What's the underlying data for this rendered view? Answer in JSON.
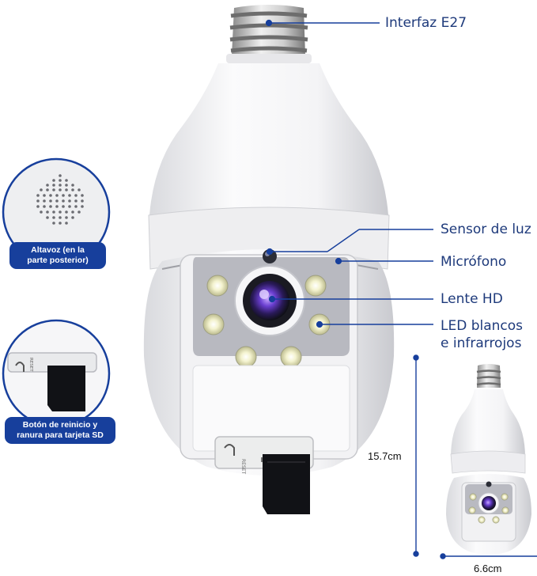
{
  "callouts": {
    "e27": "Interfaz E27",
    "light_sensor": "Sensor de luz",
    "microphone": "Micrófono",
    "lens": "Lente HD",
    "leds_line1": "LED blancos",
    "leds_line2": "e infrarrojos"
  },
  "insets": {
    "speaker_line1": "Altavoz (en la",
    "speaker_line2": "parte posterior)",
    "reset_line1": "Botón de reinicio y",
    "reset_line2": "ranura para tarjeta SD"
  },
  "dimensions": {
    "height": "15.7cm",
    "width": "6.6cm"
  },
  "colors": {
    "accent": "#173f9c",
    "callout_text": "#1e3a7b",
    "led_yellow": "#e8e6a8"
  }
}
